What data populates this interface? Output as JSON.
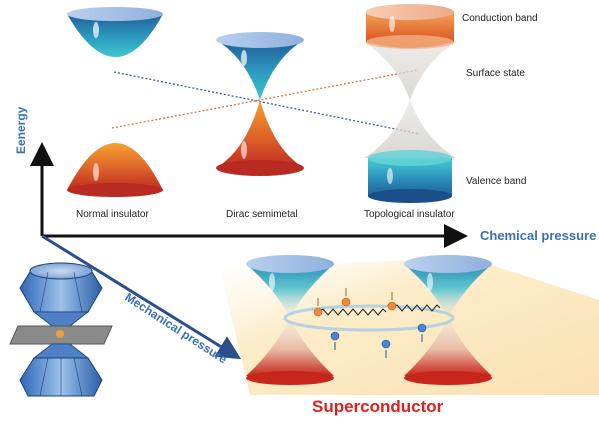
{
  "axes": {
    "y_label": "Eenergy",
    "x_label": "Chemical pressure",
    "diag_label": "Mechanical pressure"
  },
  "phases": {
    "normal": "Normal insulator",
    "dirac": "Dirac semimetal",
    "topological": "Topological insulator"
  },
  "bands": {
    "conduction": "Conduction band",
    "surface": "Surface state",
    "valence": "Valence band"
  },
  "superconductor": "Superconductor",
  "colors": {
    "axis_label": "#3b6fb6",
    "superconductor": "#e0201b",
    "conduction_band": "#2e9bbf",
    "valence_band": "#d9532b"
  }
}
